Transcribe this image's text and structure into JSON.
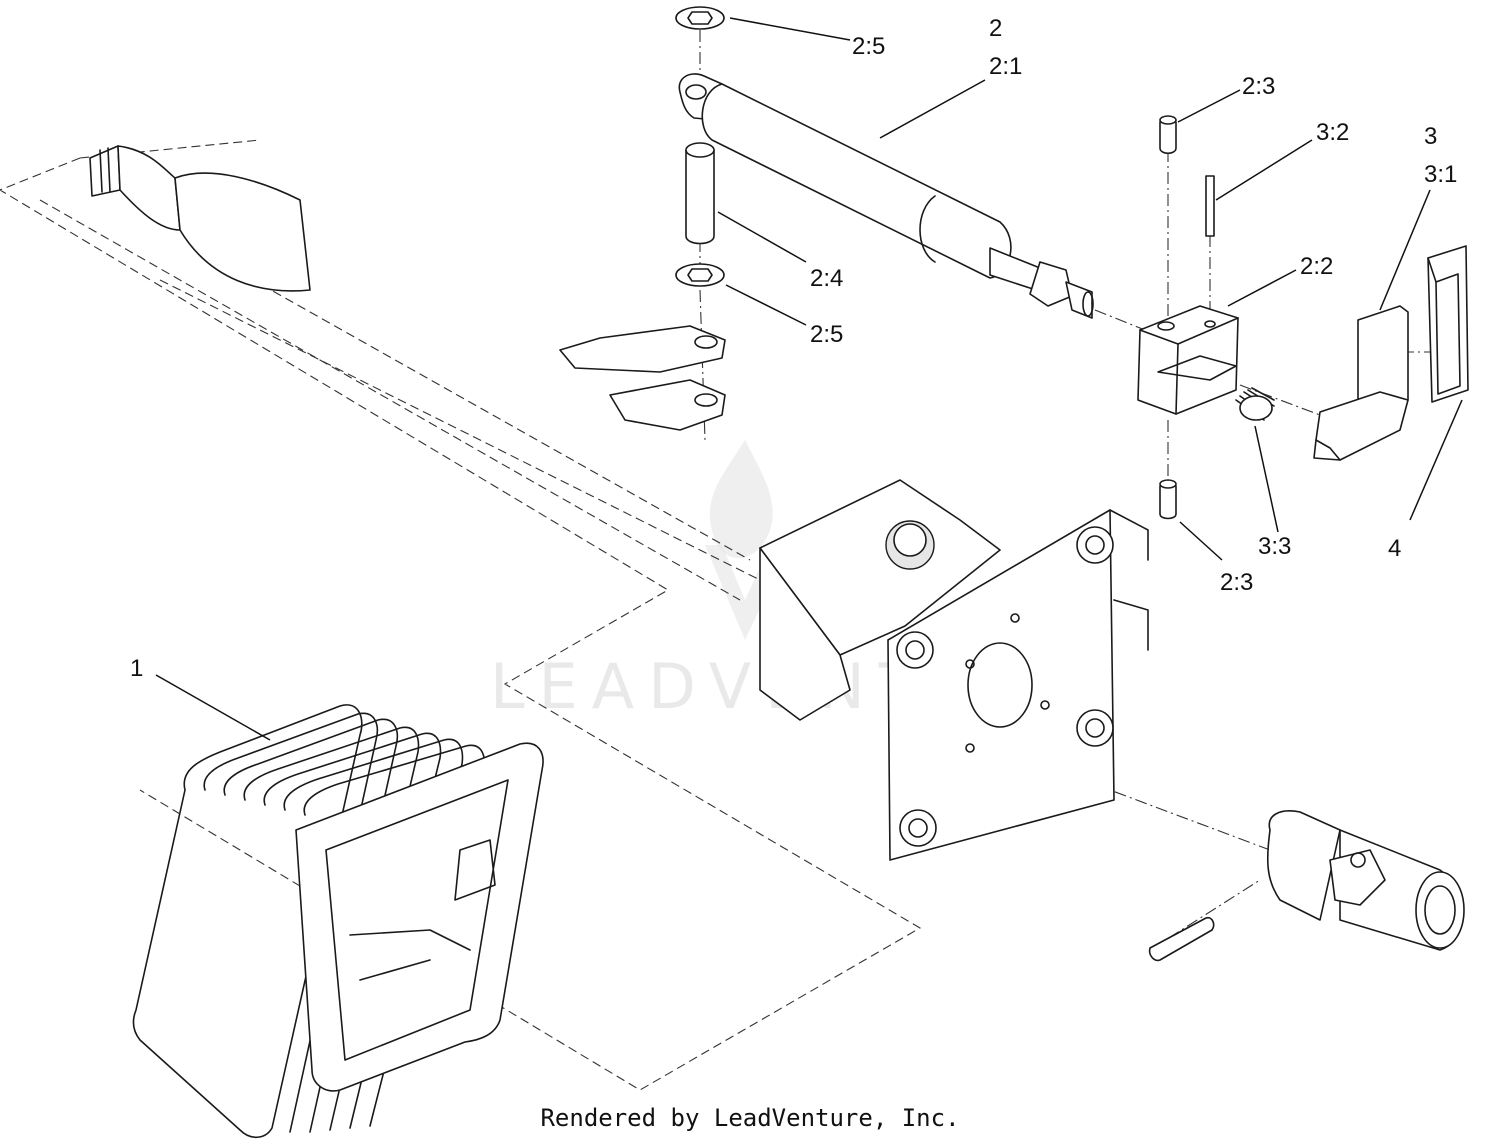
{
  "callouts": {
    "c1": "1",
    "c2": "2",
    "c2_1": "2:1",
    "c2_2": "2:2",
    "c2_3_top": "2:3",
    "c2_3_bottom": "2:3",
    "c2_4": "2:4",
    "c2_5_top": "2:5",
    "c2_5_mid": "2:5",
    "c3": "3",
    "c3_1": "3:1",
    "c3_2": "3:2",
    "c3_3": "3:3",
    "c4": "4"
  },
  "watermark": "LEADVENTURE",
  "footer": "Rendered by LeadVenture, Inc.",
  "colors": {
    "line": "#1a1a1a",
    "watermark": "#d8d8d8",
    "background": "#ffffff"
  }
}
